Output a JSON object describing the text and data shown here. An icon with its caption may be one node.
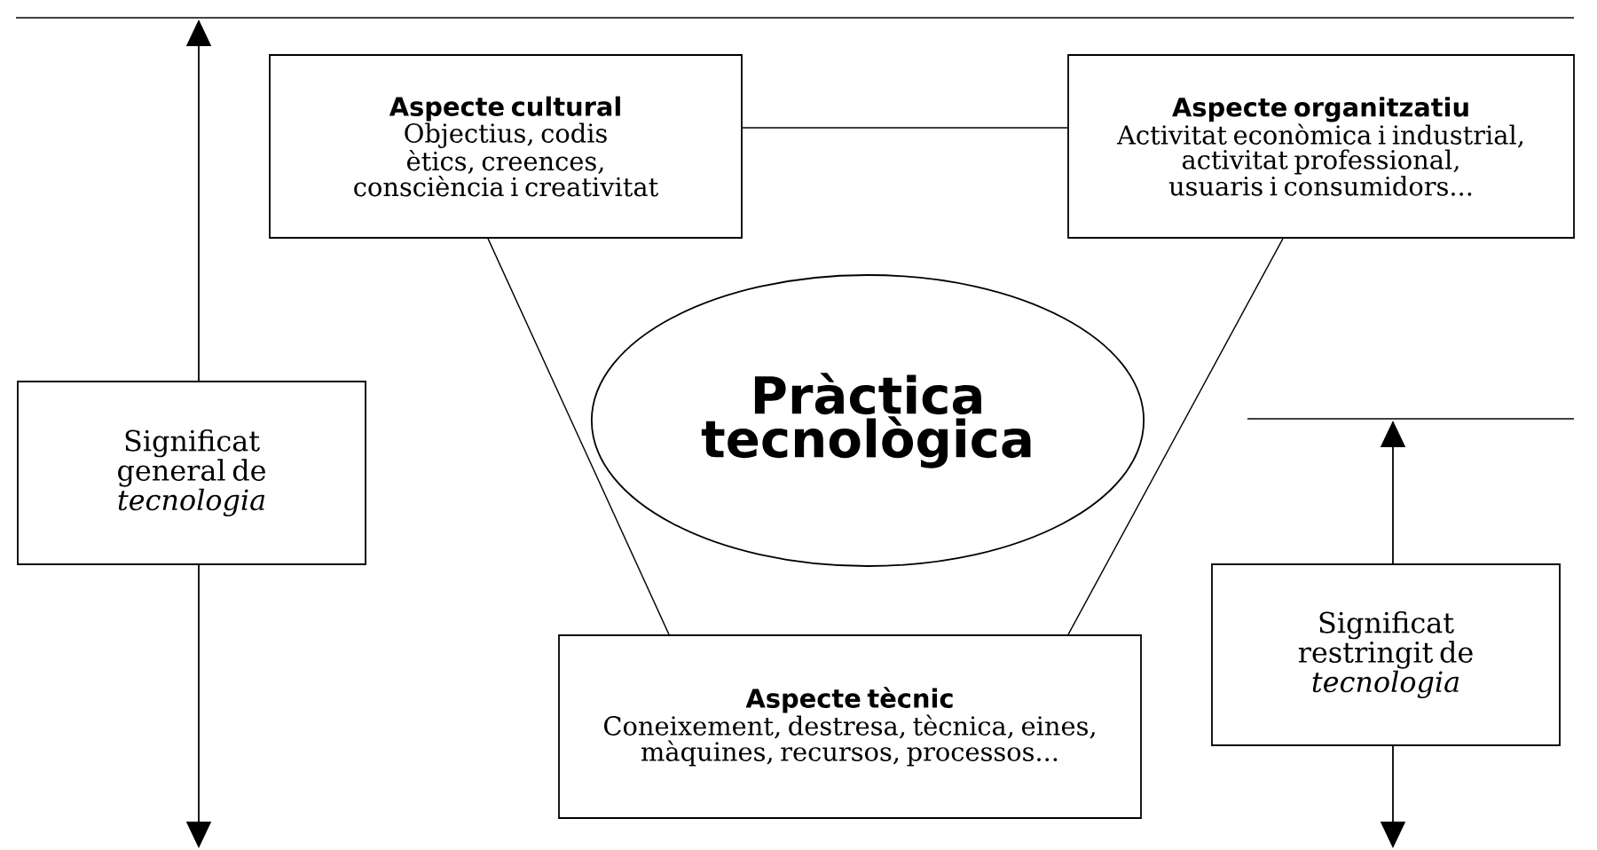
{
  "diagram": {
    "nodes": [
      {
        "text": [
          "Aspecte cultural",
          "Objectius, codis ètics, creences, consciència i creativitat"
        ]
      },
      {
        "text": [
          "Aspecte organitzatiu",
          "Activitat econòmica i industrial, activitat professional, usuaris i consumidors..."
        ]
      },
      {
        "text": [
          "Pràctica tecnològica"
        ]
      },
      {
        "text": [
          "Significat general de *tecnologia*"
        ]
      },
      {
        "text": [
          "Significat restringit de *tecnologia*"
        ]
      },
      {
        "text": [
          "Aspecte tècnic",
          "Coneixement, destresa, tècnica, eines, màquines, recursos, processos..."
        ]
      }
    ],
    "edges": [
      {
        "from": 0,
        "to": 1,
        "arrow": "none"
      },
      {
        "from": 0,
        "to": 5,
        "arrow": "none"
      },
      {
        "from": 1,
        "to": 5,
        "arrow": "none"
      }
    ]
  }
}
